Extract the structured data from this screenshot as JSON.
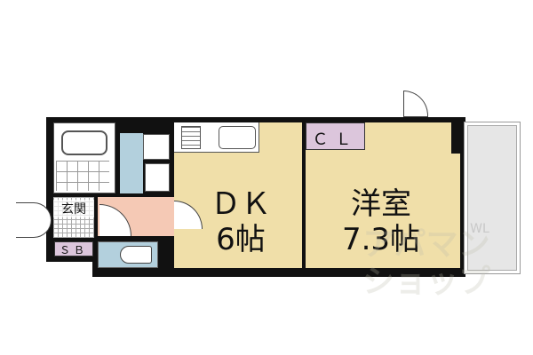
{
  "floorplan": {
    "rooms": [
      {
        "id": "dk",
        "name": "ＤＫ",
        "size": "6帖"
      },
      {
        "id": "western",
        "name": "洋室",
        "size": "7.3帖"
      },
      {
        "id": "closet",
        "name": "ＣＬ"
      },
      {
        "id": "entrance",
        "name": "玄関"
      },
      {
        "id": "shoebox",
        "name": "ＳＢ"
      }
    ],
    "balcony_label": "WL",
    "colors": {
      "tan": "#f0dfa9",
      "blue": "#b3d0dd",
      "pink": "#f5c9b5",
      "purple": "#dcc6dc",
      "balcony": "#e6e6e6"
    }
  },
  "watermark": {
    "text": "アパマンショップ"
  }
}
